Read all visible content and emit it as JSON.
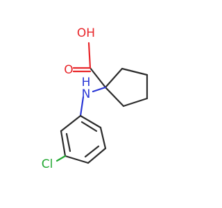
{
  "labels": {
    "hydroxyl": "OH",
    "carbonyl_oxygen": "O",
    "amine": "H\nN",
    "amine_h": "H",
    "amine_n": "N",
    "chlorine": "Cl"
  },
  "colors": {
    "bond": "#2b2b2b",
    "oxygen": "#e8262a",
    "nitrogen": "#2a37d6",
    "chlorine": "#22a832",
    "background": "#ffffff"
  }
}
